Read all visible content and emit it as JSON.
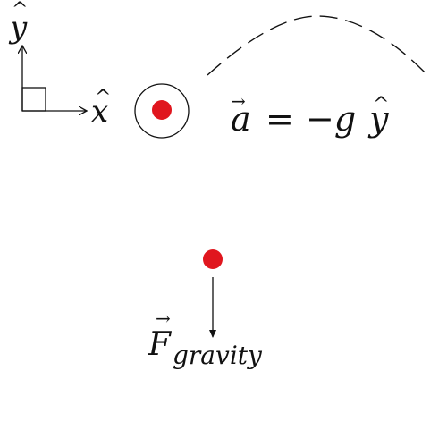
{
  "axes": {
    "y_label": "y",
    "x_label": "x",
    "hat": "^"
  },
  "equation": {
    "vector": "a",
    "arrow": "→",
    "equals": "=",
    "rhs": "−g",
    "y_symbol": "y",
    "hat": "^"
  },
  "force": {
    "symbol": "F",
    "arrow": "→",
    "subscript": "gravity"
  },
  "colors": {
    "ball": "#e0161e",
    "stroke": "#111111",
    "background": "#ffffff"
  },
  "icons": {
    "ball_in_circle": "dot-in-circle-icon",
    "falling_ball": "ball-icon",
    "force_arrow": "arrow-down-icon"
  }
}
